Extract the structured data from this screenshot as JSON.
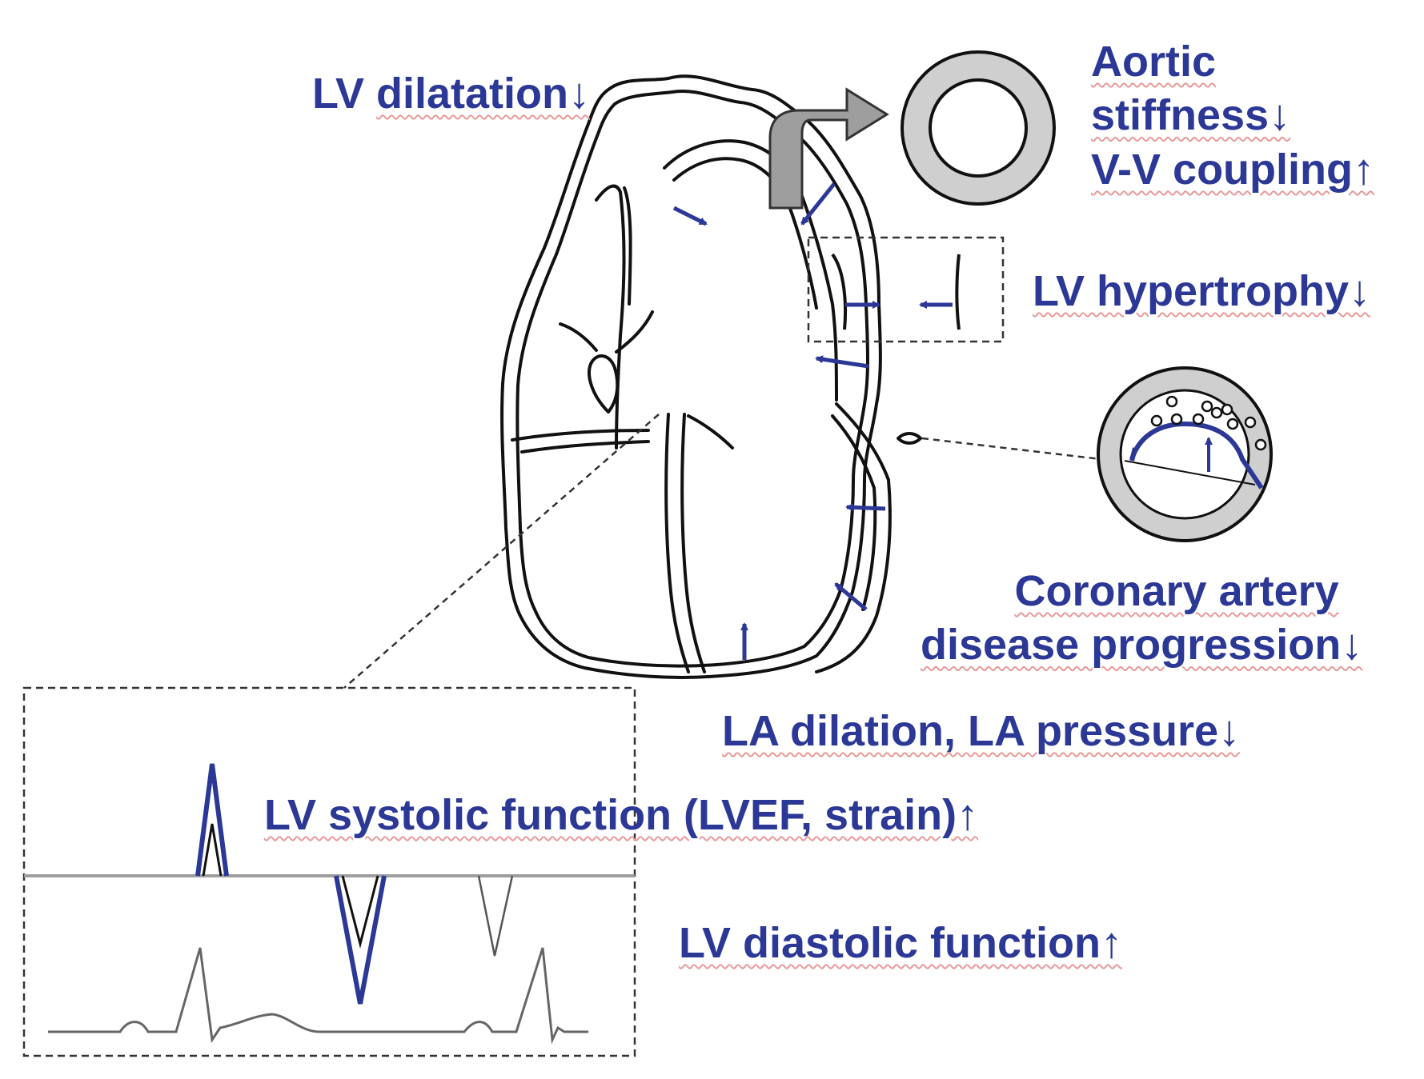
{
  "colors": {
    "label_text": "#2b3896",
    "arrow": "#2b3896",
    "outline": "#111111",
    "vessel_fill": "#cfcfcf",
    "spellcheck_underline": "#e89a9a"
  },
  "labels": {
    "lv_dilatation": "LV dilatation↓",
    "aortic_line1": "Aortic",
    "aortic_line2": "stiffness↓",
    "aortic_line3": "V-V coupling↑",
    "lv_hypertrophy": "LV hypertrophy↓",
    "coronary_line1": "Coronary artery",
    "coronary_line2": "disease progression↓",
    "la_dilation": "LA dilation, LA pressure↓",
    "lv_systolic": "LV systolic function (LVEF, strain)↑",
    "lv_diastolic": "LV diastolic function↑"
  },
  "icons": [
    "heart-outline-icon",
    "aorta-flow-arrow-icon",
    "aorta-cross-section-icon",
    "coronary-plaque-cross-section-icon",
    "tissue-doppler-waveform-icon",
    "ecg-trace-icon"
  ]
}
